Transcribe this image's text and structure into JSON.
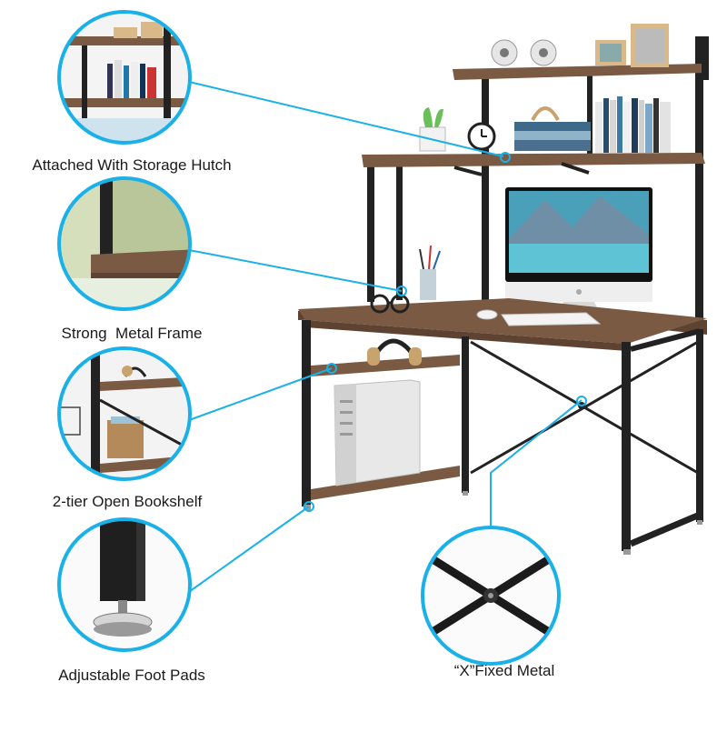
{
  "callouts": {
    "hutch": "Attached With Storage Hutch",
    "frame": "Strong  Metal Frame",
    "shelf": "2-tier Open Bookshelf",
    "foot": "Adjustable Foot Pads",
    "x_metal": "“X”Fixed Metal"
  },
  "colors": {
    "callout_ring": "#1ab0e8",
    "frame_metal": "#222222",
    "wood": "#7a5a43",
    "wood_dark": "#5e4332",
    "pc_case": "#e8e8e8",
    "monitor_screen": "#4aa0b8"
  }
}
